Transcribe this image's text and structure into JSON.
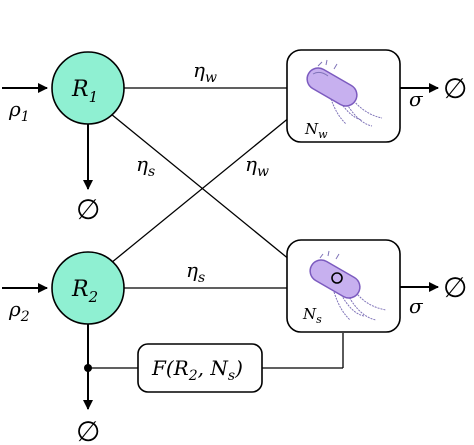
{
  "nodes": {
    "r1": {
      "label": "R",
      "sub": "1"
    },
    "r2": {
      "label": "R",
      "sub": "2"
    },
    "nw": {
      "label": "N",
      "sub": "w"
    },
    "ns": {
      "label": "N",
      "sub": "s"
    }
  },
  "inputs": {
    "rho1": {
      "label": "ρ",
      "sub": "1"
    },
    "rho2": {
      "label": "ρ",
      "sub": "2"
    }
  },
  "edges": {
    "top_horizontal": {
      "label": "η",
      "sub": "w"
    },
    "r1_to_ns_cross": {
      "label": "η",
      "sub": "s"
    },
    "r2_to_nw_cross": {
      "label": "η",
      "sub": "w"
    },
    "bottom_horizontal": {
      "label": "η",
      "sub": "s"
    }
  },
  "outputs": {
    "sigma_top": "σ",
    "sigma_bottom": "σ",
    "empty_set": "∅"
  },
  "feedback": {
    "label": "F(R",
    "sub": "2",
    "label_tail": ", N",
    "sub_tail": "s",
    "close": ")"
  },
  "colors": {
    "resource_fill": "#8ff0d2",
    "bacterium_body": "#c7b0ef",
    "bacterium_outline": "#7c5bbf",
    "flagella": "#7f73b8",
    "ink": "#000000"
  }
}
